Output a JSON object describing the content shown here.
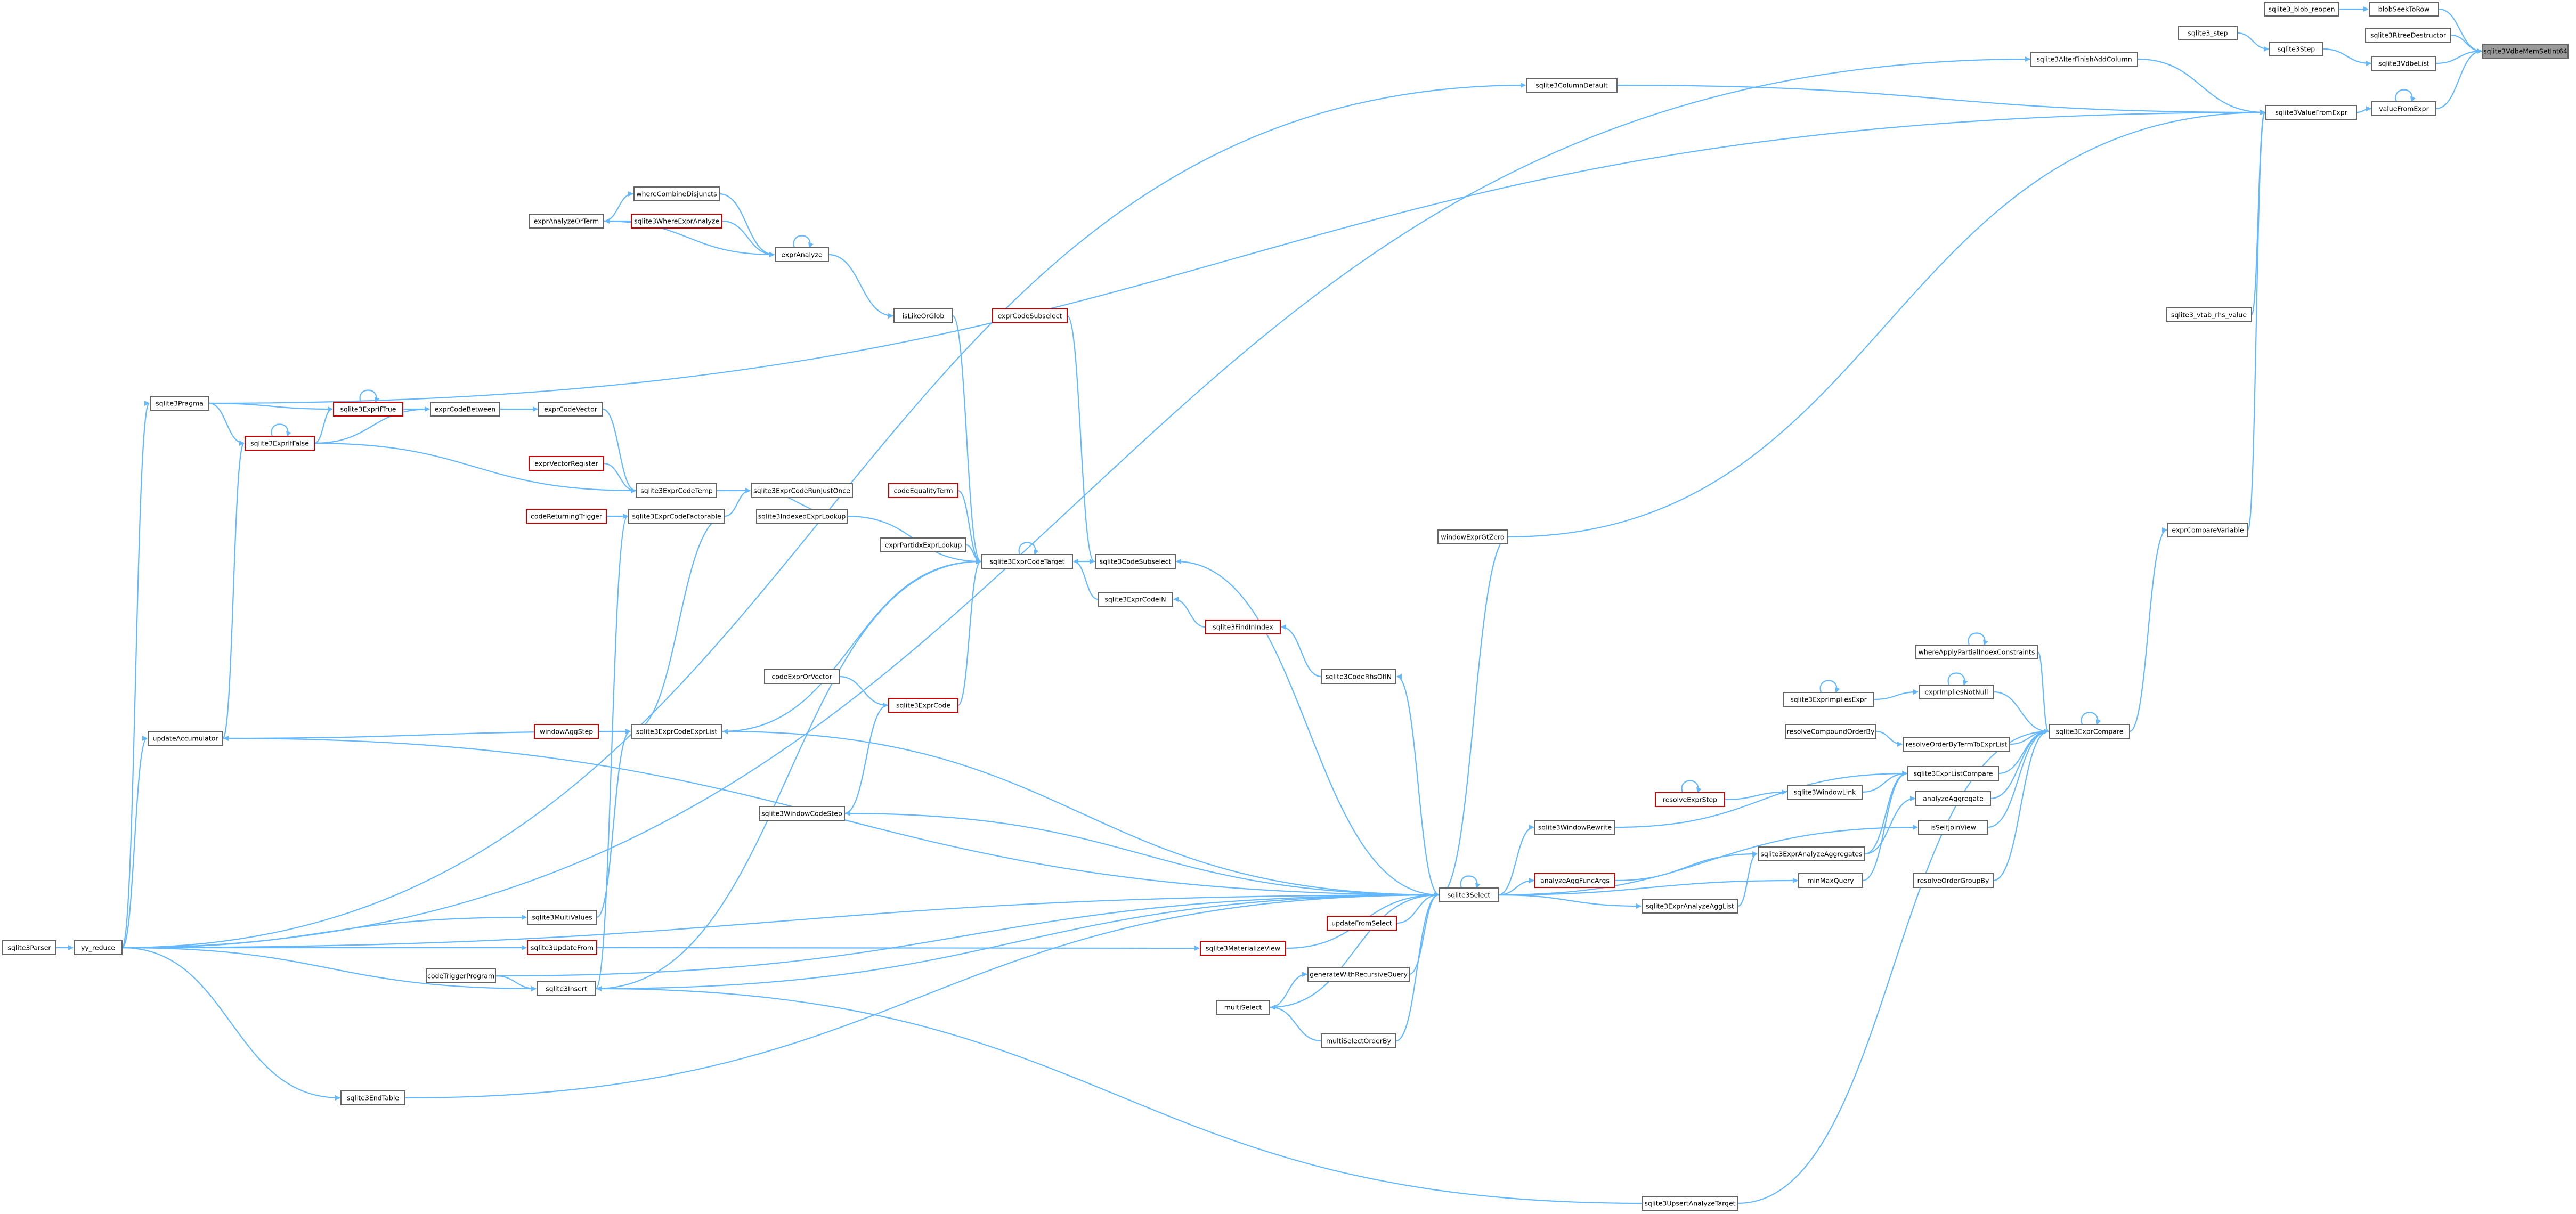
{
  "colors": {
    "edge": "#63b8ff",
    "node_border": "#666666",
    "node_fill": "#ffffff",
    "highlight_border": "#cc0000",
    "root_fill": "#999999"
  },
  "nodes": [
    {
      "id": "root",
      "label": "sqlite3VdbeMemSetInt64",
      "style": "root"
    },
    {
      "id": "blobSeekToRow",
      "label": "blobSeekToRow"
    },
    {
      "id": "sqlite3_blob_reopen",
      "label": "sqlite3_blob_reopen"
    },
    {
      "id": "sqlite3VdbeList",
      "label": "sqlite3VdbeList"
    },
    {
      "id": "sqlite3_step",
      "label": "sqlite3_step"
    },
    {
      "id": "sqlite3Step",
      "label": "sqlite3Step"
    },
    {
      "id": "sqlite3RtreeDestructor",
      "label": "sqlite3RtreeDestructor"
    },
    {
      "id": "valueFromExpr",
      "label": "valueFromExpr"
    },
    {
      "id": "sqlite3ValueFromExpr",
      "label": "sqlite3ValueFromExpr"
    },
    {
      "id": "sqlite3AlterFinishAddColumn",
      "label": "sqlite3AlterFinishAddColumn"
    },
    {
      "id": "sqlite3ColumnDefault",
      "label": "sqlite3ColumnDefault"
    },
    {
      "id": "sqlite3_vtab_rhs_value",
      "label": "sqlite3_vtab_rhs_value"
    },
    {
      "id": "exprCompareVariable",
      "label": "exprCompareVariable"
    },
    {
      "id": "sqlite3ExprCompare",
      "label": "sqlite3ExprCompare"
    },
    {
      "id": "whereApplyPartialIndexConstraints",
      "label": "whereApplyPartialIndexConstraints"
    },
    {
      "id": "exprImpliesNotNull",
      "label": "exprImpliesNotNull"
    },
    {
      "id": "sqlite3ExprImpliesExpr",
      "label": "sqlite3ExprImpliesExpr"
    },
    {
      "id": "resolveCompoundOrderBy",
      "label": "resolveCompoundOrderBy"
    },
    {
      "id": "resolveOrderByTermToExprList",
      "label": "resolveOrderByTermToExprList"
    },
    {
      "id": "sqlite3ExprListCompare",
      "label": "sqlite3ExprListCompare"
    },
    {
      "id": "sqlite3WindowLink",
      "label": "sqlite3WindowLink"
    },
    {
      "id": "resolveExprStep",
      "label": "resolveExprStep",
      "style": "red"
    },
    {
      "id": "analyzeAggregate",
      "label": "analyzeAggregate"
    },
    {
      "id": "sqlite3ExprAnalyzeAggregates",
      "label": "sqlite3ExprAnalyzeAggregates"
    },
    {
      "id": "sqlite3ExprAnalyzeAggList",
      "label": "sqlite3ExprAnalyzeAggList"
    },
    {
      "id": "isSelfJoinView",
      "label": "isSelfJoinView"
    },
    {
      "id": "minMaxQuery",
      "label": "minMaxQuery"
    },
    {
      "id": "resolveOrderGroupBy",
      "label": "resolveOrderGroupBy"
    },
    {
      "id": "sqlite3UpsertAnalyzeTarget",
      "label": "sqlite3UpsertAnalyzeTarget"
    },
    {
      "id": "sqlite3WindowRewrite",
      "label": "sqlite3WindowRewrite"
    },
    {
      "id": "analyzeAggFuncArgs",
      "label": "analyzeAggFuncArgs",
      "style": "red"
    },
    {
      "id": "sqlite3Select",
      "label": "sqlite3Select"
    },
    {
      "id": "updateFromSelect",
      "label": "updateFromSelect",
      "style": "red"
    },
    {
      "id": "sqlite3MaterializeView",
      "label": "sqlite3MaterializeView",
      "style": "red"
    },
    {
      "id": "generateWithRecursiveQuery",
      "label": "generateWithRecursiveQuery"
    },
    {
      "id": "multiSelect",
      "label": "multiSelect"
    },
    {
      "id": "multiSelectOrderBy",
      "label": "multiSelectOrderBy"
    },
    {
      "id": "windowExprGtZero",
      "label": "windowExprGtZero"
    },
    {
      "id": "sqlite3CodeRhsOfIN",
      "label": "sqlite3CodeRhsOfIN"
    },
    {
      "id": "sqlite3FindInIndex",
      "label": "sqlite3FindInIndex",
      "style": "red"
    },
    {
      "id": "sqlite3ExprCodeIN",
      "label": "sqlite3ExprCodeIN"
    },
    {
      "id": "sqlite3CodeSubselect",
      "label": "sqlite3CodeSubselect"
    },
    {
      "id": "exprCodeSubselect",
      "label": "exprCodeSubselect",
      "style": "red"
    },
    {
      "id": "sqlite3ExprCodeTarget",
      "label": "sqlite3ExprCodeTarget"
    },
    {
      "id": "exprPartidxExprLookup",
      "label": "exprPartidxExprLookup"
    },
    {
      "id": "codeEqualityTerm",
      "label": "codeEqualityTerm",
      "style": "red"
    },
    {
      "id": "sqlite3IndexedExprLookup",
      "label": "sqlite3IndexedExprLookup"
    },
    {
      "id": "sqlite3ExprCodeRunJustOnce",
      "label": "sqlite3ExprCodeRunJustOnce"
    },
    {
      "id": "sqlite3ExprCodeTemp",
      "label": "sqlite3ExprCodeTemp"
    },
    {
      "id": "sqlite3ExprCodeFactorable",
      "label": "sqlite3ExprCodeFactorable"
    },
    {
      "id": "exprVectorRegister",
      "label": "exprVectorRegister",
      "style": "red"
    },
    {
      "id": "codeReturningTrigger",
      "label": "codeReturningTrigger",
      "style": "red"
    },
    {
      "id": "sqlite3ExprCode",
      "label": "sqlite3ExprCode",
      "style": "red"
    },
    {
      "id": "codeExprOrVector",
      "label": "codeExprOrVector"
    },
    {
      "id": "sqlite3ExprCodeExprList",
      "label": "sqlite3ExprCodeExprList"
    },
    {
      "id": "windowAggStep",
      "label": "windowAggStep",
      "style": "red"
    },
    {
      "id": "sqlite3WindowCodeStep",
      "label": "sqlite3WindowCodeStep"
    },
    {
      "id": "exprCodeVector",
      "label": "exprCodeVector"
    },
    {
      "id": "exprCodeBetween",
      "label": "exprCodeBetween"
    },
    {
      "id": "sqlite3ExprIfTrue",
      "label": "sqlite3ExprIfTrue",
      "style": "red"
    },
    {
      "id": "sqlite3ExprIfFalse",
      "label": "sqlite3ExprIfFalse",
      "style": "red"
    },
    {
      "id": "isLikeOrGlob",
      "label": "isLikeOrGlob"
    },
    {
      "id": "exprAnalyze",
      "label": "exprAnalyze"
    },
    {
      "id": "whereCombineDisjuncts",
      "label": "whereCombineDisjuncts"
    },
    {
      "id": "exprAnalyzeOrTerm",
      "label": "exprAnalyzeOrTerm"
    },
    {
      "id": "sqlite3WhereExprAnalyze",
      "label": "sqlite3WhereExprAnalyze",
      "style": "red"
    },
    {
      "id": "sqlite3Pragma",
      "label": "sqlite3Pragma"
    },
    {
      "id": "updateAccumulator",
      "label": "updateAccumulator"
    },
    {
      "id": "sqlite3MultiValues",
      "label": "sqlite3MultiValues"
    },
    {
      "id": "sqlite3UpdateFrom",
      "label": "sqlite3UpdateFrom",
      "style": "red"
    },
    {
      "id": "codeTriggerProgram",
      "label": "codeTriggerProgram"
    },
    {
      "id": "sqlite3Insert",
      "label": "sqlite3Insert"
    },
    {
      "id": "sqlite3EndTable",
      "label": "sqlite3EndTable"
    },
    {
      "id": "yy_reduce",
      "label": "yy_reduce"
    },
    {
      "id": "sqlite3Parser",
      "label": "sqlite3Parser"
    }
  ]
}
